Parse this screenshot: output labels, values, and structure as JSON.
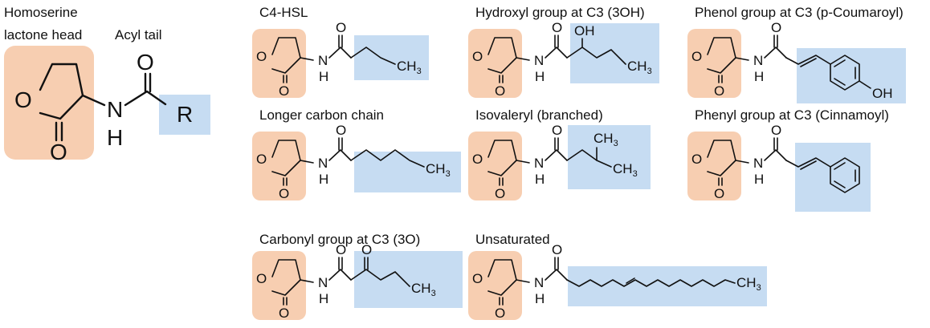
{
  "main": {
    "head_label_line1": "Homoserine",
    "head_label_line2": "lactone head",
    "tail_label": "Acyl tail",
    "atoms": {
      "O": "O",
      "N": "N",
      "H": "H",
      "R": "R"
    }
  },
  "variants": [
    {
      "id": "c4-hsl",
      "label": "C4-HSL"
    },
    {
      "id": "3oh",
      "label": "Hydroxyl group at C3 (3OH)"
    },
    {
      "id": "p-coumaroyl",
      "label": "Phenol group at C3 (p-Coumaroyl)"
    },
    {
      "id": "longer-chain",
      "label": "Longer carbon chain"
    },
    {
      "id": "isovaleryl",
      "label": "Isovaleryl (branched)"
    },
    {
      "id": "cinnamoyl",
      "label": "Phenyl group at C3 (Cinnamoyl)"
    },
    {
      "id": "3o",
      "label": "Carbonyl group at C3 (3O)"
    },
    {
      "id": "unsaturated",
      "label": "Unsaturated"
    }
  ],
  "atoms": {
    "O": "O",
    "N": "N",
    "H": "H",
    "OH": "OH",
    "CH": "CH",
    "sub3": "3"
  },
  "colors": {
    "head_box": "#f7ceb1",
    "tail_box": "#c6dcf2"
  }
}
